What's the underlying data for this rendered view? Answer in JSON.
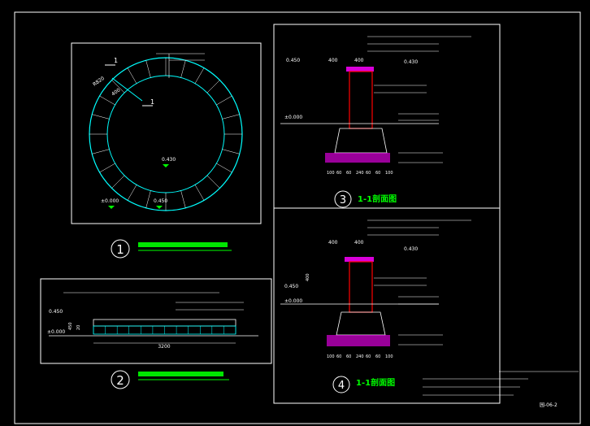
{
  "colors": {
    "background": "#000000",
    "frame": "#ffffff",
    "cyan": "#00ffff",
    "green": "#00ff00",
    "red": "#ff0000",
    "magenta": "#ff00ff",
    "yellow": "#ffff00",
    "blue": "#4040ff"
  },
  "plan": {
    "number": "1",
    "section_mark": "1",
    "level_center": "0.430",
    "level_edge": "0.450",
    "level_ground": "±0.000",
    "dim_radius": "R820",
    "dim_ring": "400"
  },
  "elevation": {
    "number": "2",
    "level_top": "0.450",
    "level_ground": "±0.000",
    "dim_height_1": "450",
    "dim_height_2": "20",
    "dim_width": "3200"
  },
  "section_a": {
    "number": "3",
    "title": "1-1剖面图",
    "level_top": "0.450",
    "level_mid": "0.430",
    "level_ground": "±0.000",
    "dim_top_1": "400",
    "dim_top_2": "400",
    "dim_bottom": [
      "100",
      "60",
      "60",
      "240",
      "60",
      "60",
      "100"
    ]
  },
  "section_b": {
    "number": "4",
    "title": "1-1剖面图",
    "level_top": "0.450",
    "level_mid": "0.430",
    "level_ground": "±0.000",
    "dim_top_1": "400",
    "dim_top_2": "400",
    "dim_bottom": [
      "100",
      "60",
      "60",
      "240",
      "60",
      "60",
      "100"
    ],
    "dim_height": "400"
  },
  "sheet_number": "园-06-2"
}
